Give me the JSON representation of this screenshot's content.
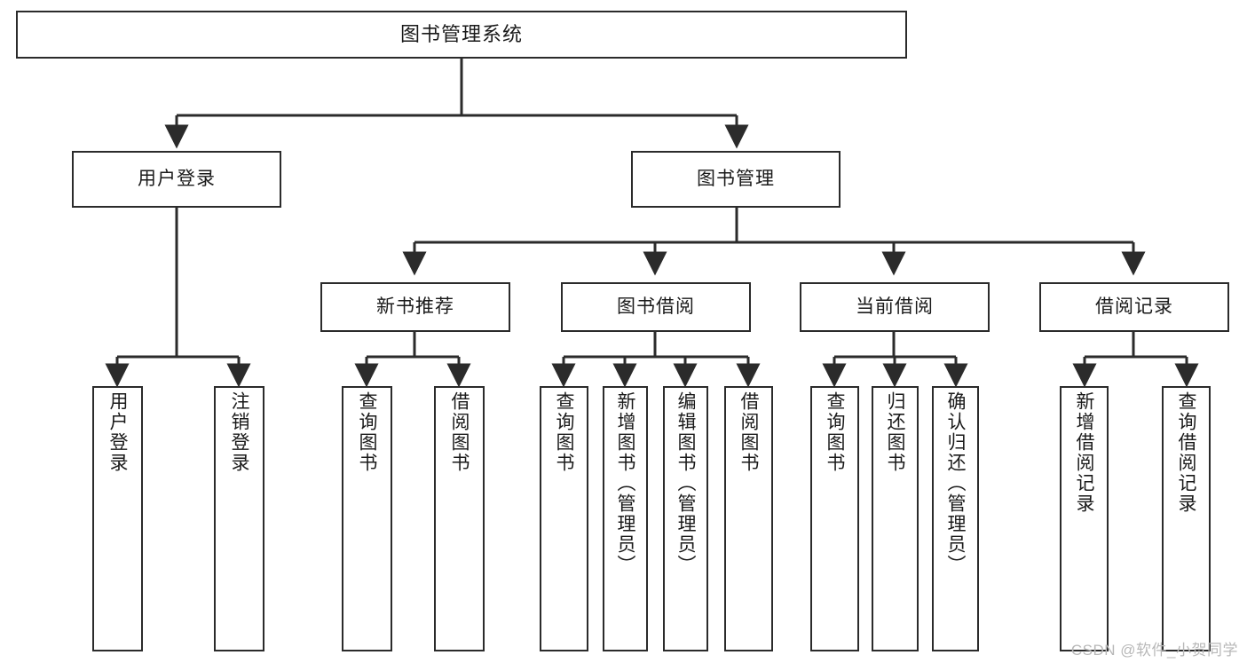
{
  "diagram": {
    "title": "图书管理系统",
    "type": "tree-hierarchy",
    "watermark": "CSDN @软件_小贺同学",
    "colors": {
      "box_border": "#2b2b2b",
      "box_fill": "#ffffff",
      "connector": "#2b2b2b",
      "text": "#1a1a1a",
      "watermark": "#b8b8b8",
      "background": "#ffffff"
    },
    "nodes": {
      "root": {
        "label": "图书管理系统"
      },
      "level1": [
        {
          "label": "用户登录"
        },
        {
          "label": "图书管理"
        }
      ],
      "level2": [
        {
          "label": "新书推荐"
        },
        {
          "label": "图书借阅"
        },
        {
          "label": "当前借阅"
        },
        {
          "label": "借阅记录"
        }
      ],
      "leaves": {
        "user_login": [
          {
            "label": "用户登录"
          },
          {
            "label": "注销登录"
          }
        ],
        "new_book_recommend": [
          {
            "label": "查询图书"
          },
          {
            "label": "借阅图书"
          }
        ],
        "book_borrow": [
          {
            "label": "查询图书"
          },
          {
            "label": "新增图书（管理员）"
          },
          {
            "label": "编辑图书（管理员）"
          },
          {
            "label": "借阅图书"
          }
        ],
        "current_borrow": [
          {
            "label": "查询图书"
          },
          {
            "label": "归还图书"
          },
          {
            "label": "确认归还（管理员）"
          }
        ],
        "borrow_record": [
          {
            "label": "新增借阅记录"
          },
          {
            "label": "查询借阅记录"
          }
        ]
      }
    }
  }
}
